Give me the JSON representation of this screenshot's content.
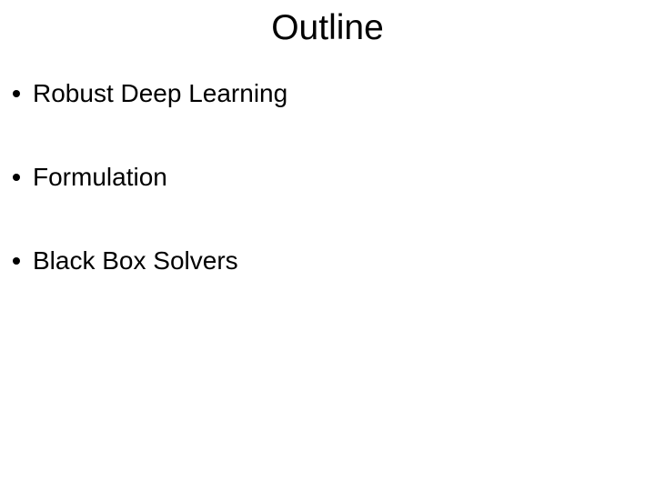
{
  "slide": {
    "title": "Outline",
    "background_color": "#ffffff",
    "text_color": "#000000",
    "bullet_marker": "•",
    "bullets": [
      {
        "label": "Robust Deep Learning"
      },
      {
        "label": "Formulation"
      },
      {
        "label": "Black Box Solvers"
      }
    ]
  }
}
